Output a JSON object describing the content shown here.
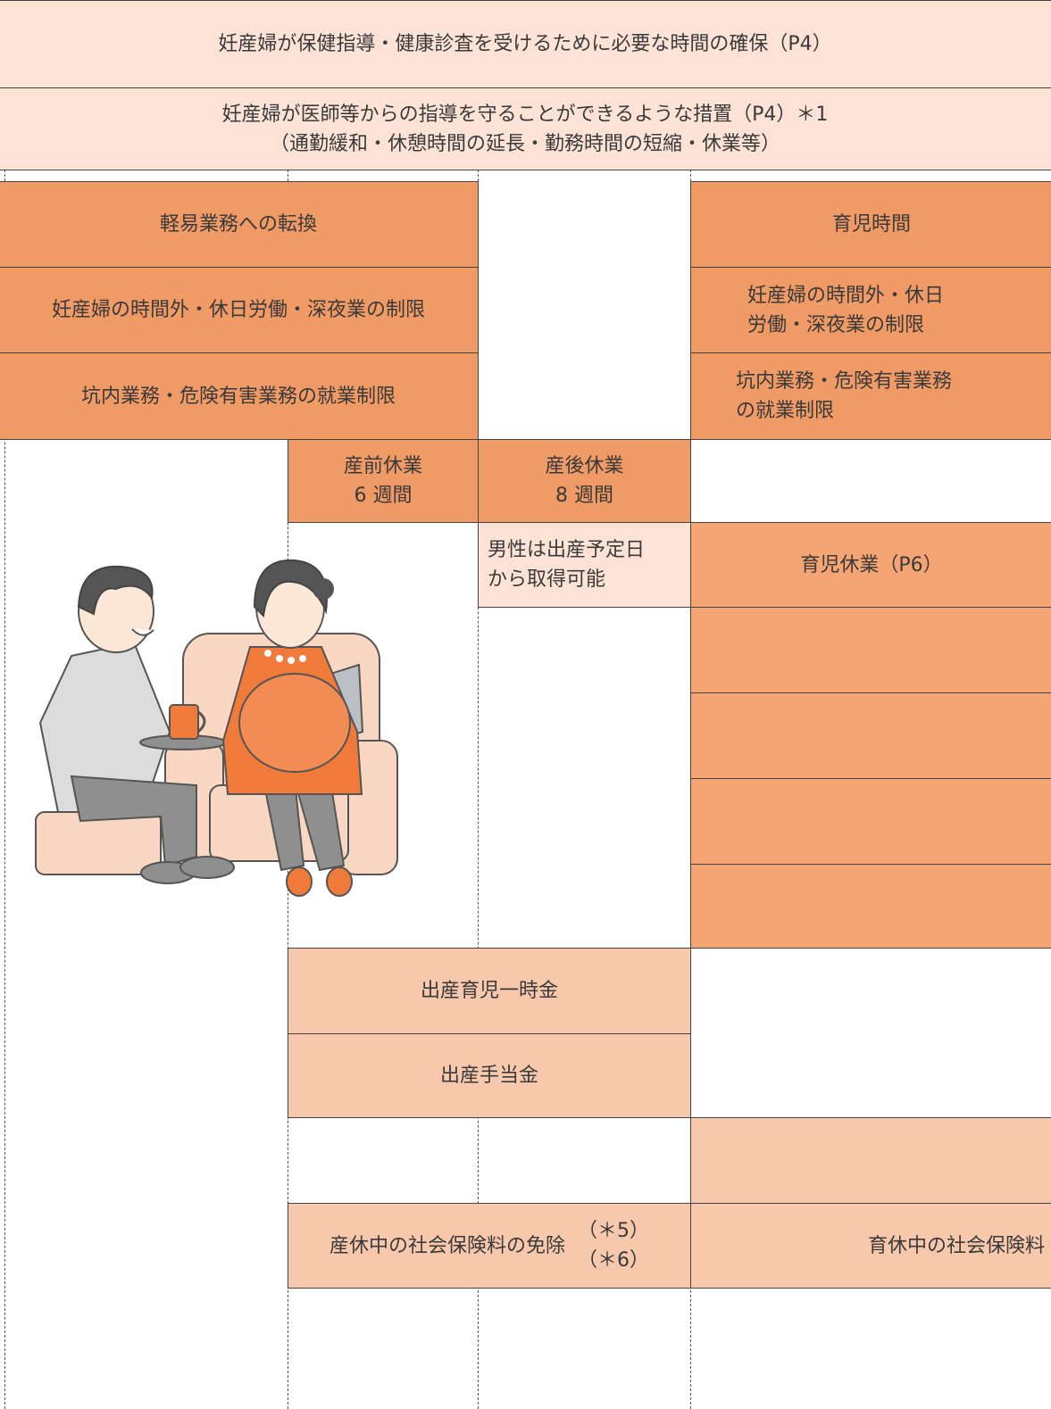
{
  "rows": {
    "top1": "妊産婦が保健指導・健康診査を受けるために必要な時間の確保（P4）",
    "top2_line1": "妊産婦が医師等からの指導を守ることができるような措置（P4）＊1",
    "top2_line2": "（通勤緩和・休憩時間の延長・勤務時間の短縮・休業等）"
  },
  "left": {
    "light_work": "軽易業務への転換",
    "overtime_limit": "妊産婦の時間外・休日労働・深夜業の制限",
    "hazard_limit": "坑内業務・危険有害業務の就業制限"
  },
  "right": {
    "childcare_time": "育児時間",
    "overtime_line1": "妊産婦の時間外・休日",
    "overtime_line2": "労働・深夜業の制限",
    "hazard_line1": "坑内業務・危険有害業務",
    "hazard_line2": "の就業制限",
    "childcare_leave": "育児休業（P6）",
    "childcare_insurance": "育休中の社会保険料"
  },
  "middle": {
    "prenatal_line1": "産前休業",
    "prenatal_line2": "6 週間",
    "postnatal_line1": "産後休業",
    "postnatal_line2": "8 週間",
    "male_line1": "男性は出産予定日",
    "male_line2": "から取得可能",
    "lump_sum": "出産育児一時金",
    "allowance": "出産手当金",
    "maternity_insurance": "産休中の社会保険料の免除",
    "note5": "（＊5）",
    "note6": "（＊6）"
  },
  "colors": {
    "pale": "#fde3d6",
    "dark_orange": "#f09a66",
    "mid_orange": "#f5a574",
    "salmon": "#f7c8ab"
  },
  "illustration": {
    "icon": "couple-on-sofa-illustration"
  }
}
